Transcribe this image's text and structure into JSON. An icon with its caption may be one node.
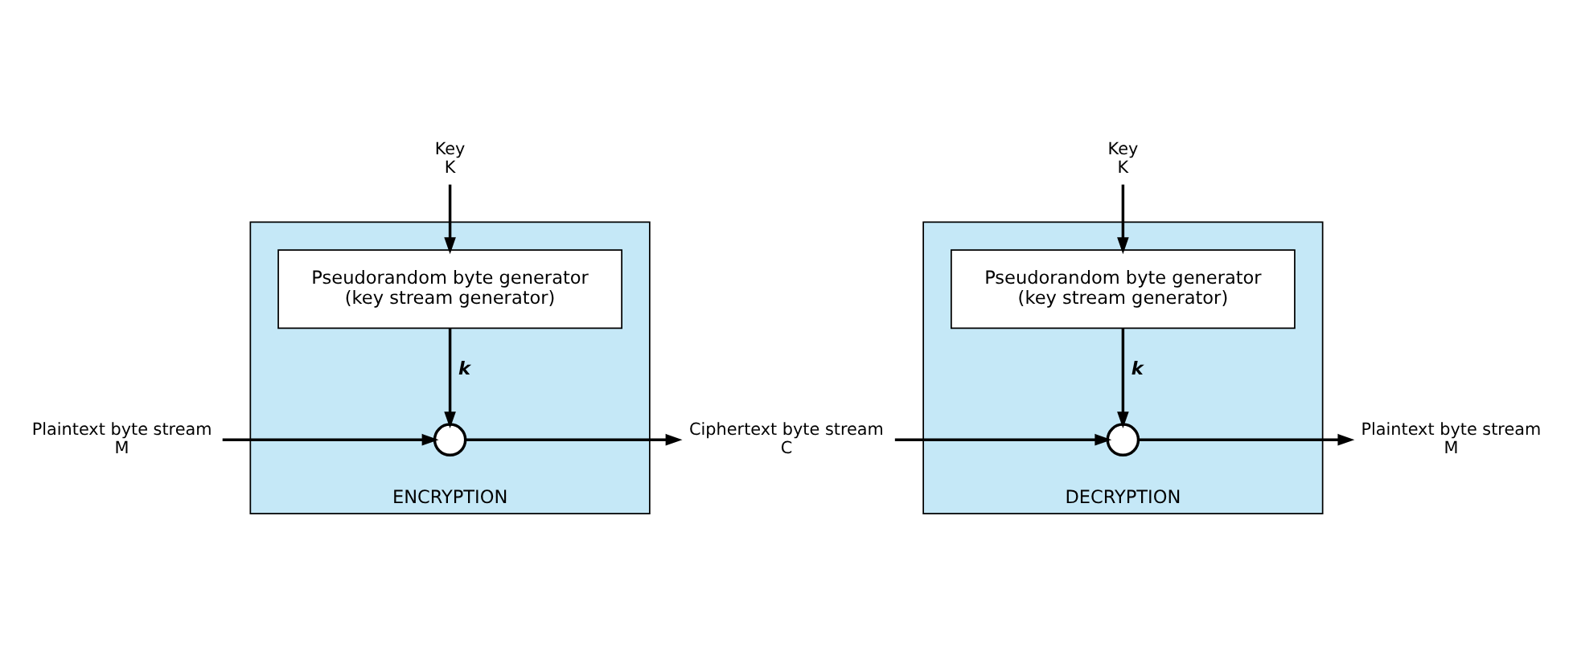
{
  "diagram": {
    "nodes": [
      {
        "text": [
          "Plaintext byte stream",
          "M"
        ]
      },
      {
        "text": [
          "ENCRYPTION"
        ]
      },
      {
        "text": [
          "Key",
          "K"
        ]
      },
      {
        "text": [
          "Pseudorandom byte generator",
          "(key stream generator)"
        ],
        "in": 1
      },
      {
        "text": [],
        "shape": "circle",
        "in": 1
      },
      {
        "text": [
          "Ciphertext byte stream",
          "C"
        ]
      },
      {
        "text": [
          "DECRYPTION"
        ]
      },
      {
        "text": [
          "Key",
          "K"
        ]
      },
      {
        "text": [
          "Pseudorandom byte generator",
          "(key stream generator)"
        ],
        "in": 6
      },
      {
        "text": [],
        "shape": "circle",
        "in": 6
      },
      {
        "text": [
          "Plaintext byte stream",
          "M"
        ]
      }
    ],
    "edges": [
      {
        "from": 2,
        "to": 3,
        "arrow": "to"
      },
      {
        "from": 3,
        "to": 4,
        "arrow": "to",
        "label": "k"
      },
      {
        "from": 0,
        "to": 4,
        "arrow": "to"
      },
      {
        "from": 4,
        "to": 5,
        "arrow": "to"
      },
      {
        "from": 7,
        "to": 8,
        "arrow": "to"
      },
      {
        "from": 8,
        "to": 9,
        "arrow": "to",
        "label": "k"
      },
      {
        "from": 5,
        "to": 9,
        "arrow": "to"
      },
      {
        "from": 9,
        "to": 10,
        "arrow": "to"
      }
    ]
  }
}
